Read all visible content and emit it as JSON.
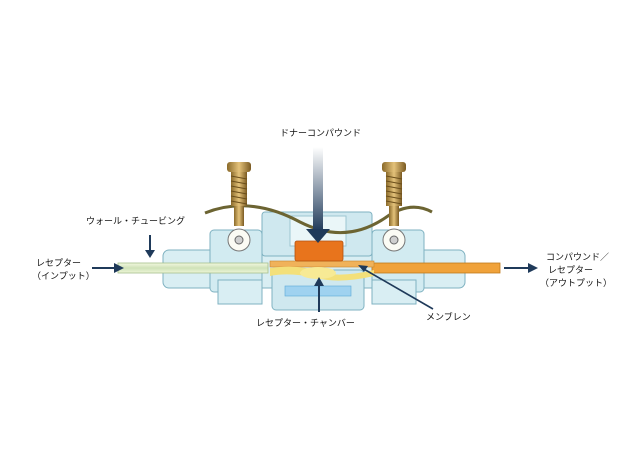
{
  "labels": {
    "donor_compound": "ドナーコンパウンド",
    "wall_tubing": "ウォール・チュービング",
    "receptor_input_line1": "レセプター",
    "receptor_input_line2": "（インプット）",
    "output_line1": "コンパウンド／",
    "output_line2": "レセプター",
    "output_line3": "（アウトプット）",
    "receptor_chamber": "レセプター・チャンバー",
    "membrane": "メンブレン"
  },
  "colors": {
    "body_fill": "#d9eef3",
    "body_stroke": "#7fb2c1",
    "arrow": "#1f3a5a",
    "donor_compound": "#e8741c",
    "receptor_fluid": "#f3e07a",
    "membrane": "#f0b25a",
    "brass": "#c9a257",
    "chamber_blue": "#7fc2ea"
  },
  "icons": [
    "arrow-right-icon",
    "arrow-down-icon",
    "arrow-up-icon",
    "clamp-screw-icon"
  ]
}
